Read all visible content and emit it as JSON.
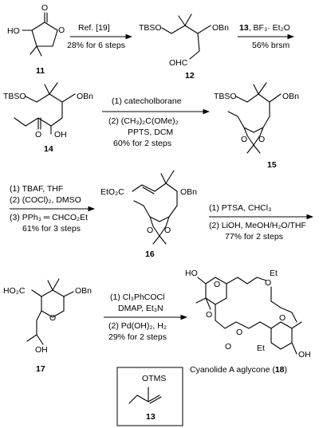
{
  "compounds": {
    "c11": {
      "label": "11",
      "groups": {
        "ho": "HO",
        "o_ring": "O",
        "o_carbonyl": "O"
      }
    },
    "c12": {
      "label": "12",
      "groups": {
        "tbso": "TBSO",
        "obn": "OBn",
        "cho": "OHC"
      }
    },
    "c14": {
      "label": "14",
      "groups": {
        "tbso": "TBSO",
        "obn": "OBn",
        "oh": "OH",
        "o_ketone": "O"
      }
    },
    "c15": {
      "label": "15",
      "groups": {
        "tbso": "TBSO",
        "obn": "OBn",
        "o1": "O",
        "o2": "O"
      }
    },
    "c16": {
      "label": "16",
      "groups": {
        "ester": "EtO₂C",
        "obn": "OBn",
        "o1": "O",
        "o2": "O"
      }
    },
    "c17": {
      "label": "17",
      "groups": {
        "acid": "HO₂C",
        "obn": "OBn",
        "o_ring": "O",
        "oh": "OH"
      }
    },
    "c18": {
      "caption": "Cyanolide A aglycone (",
      "label": "18",
      "caption_end": ")",
      "groups": {
        "ho_left": "HO",
        "oh_right": "OH",
        "et_top": "Et",
        "et_bottom": "Et",
        "o1": "O",
        "o2": "O",
        "o3": "O",
        "o4": "O",
        "o5": "O",
        "o6": "O"
      }
    },
    "c13": {
      "label": "13",
      "groups": {
        "otms": "OTMS"
      }
    }
  },
  "steps": {
    "s1": {
      "above": "Ref. [19]",
      "below": "28% for  6 steps"
    },
    "s2": {
      "above": "13, BF₃· Et₂O",
      "above_bold": "13",
      "above_rest": ", BF₃· Et₂O",
      "below": "56% brsm"
    },
    "s3": {
      "line1": "(1) catecholborane",
      "line2": "(2) (CH₃)₂C(OMe)₂",
      "line3": "PPTS, DCM",
      "line4": "60% for 2 steps"
    },
    "s4": {
      "line1": "(1) TBAF, THF",
      "line2": "(2) (COCl)₂, DMSO",
      "line3": "(3) PPh₃ ═ CHCO₂Et",
      "line4": "61% for 3 steps"
    },
    "s5": {
      "line1": "(1) PTSA, CHCl₃",
      "line2": "(2) LiOH, MeOH/H₂O/THF",
      "line3": "77% for 2 steps"
    },
    "s6": {
      "line1": "(1) Cl₃PhCOCl",
      "line2": "DMAP, Et₃N",
      "line3": "(2) Pd(OH)₂, H₂",
      "line4": "29% for 2 steps"
    }
  }
}
